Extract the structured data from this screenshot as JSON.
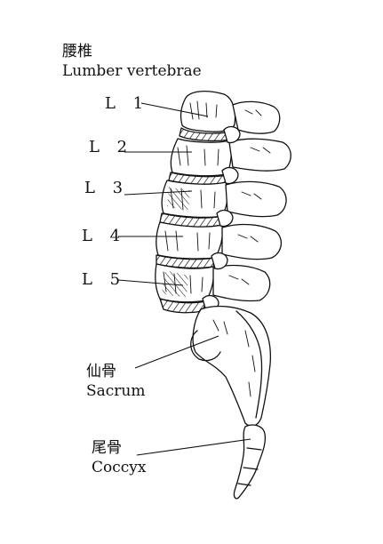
{
  "title": {
    "jp": "腰椎",
    "en": "Lumber vertebrae"
  },
  "vertebrae": [
    "L 1",
    "L 2",
    "L 3",
    "L 4",
    "L 5"
  ],
  "sacrum": {
    "jp": "仙骨",
    "en": "Sacrum"
  },
  "coccyx": {
    "jp": "尾骨",
    "en": "Coccyx"
  },
  "colors": {
    "ink": "#111111",
    "background": "#ffffff"
  }
}
